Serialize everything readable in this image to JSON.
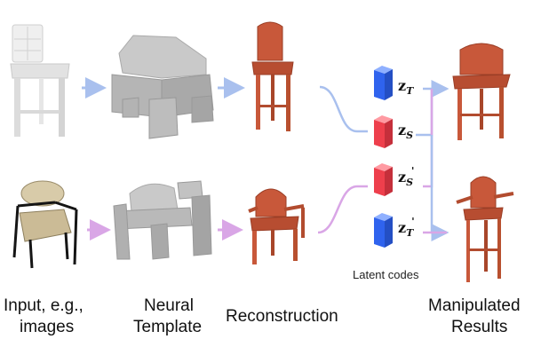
{
  "captions": {
    "input_line1": "Input, e.g.,",
    "input_line2": "images",
    "template_line1": "Neural",
    "template_line2": "Template",
    "reconstruction": "Reconstruction",
    "results_line1": "Manipulated",
    "results_line2": "Results"
  },
  "latent": {
    "label": "Latent codes",
    "codes": [
      {
        "symbol": "z",
        "subscript": "T",
        "prime": "",
        "color": "#2f63ee"
      },
      {
        "symbol": "z",
        "subscript": "S",
        "prime": "",
        "color": "#ee3f4c"
      },
      {
        "symbol": "z",
        "subscript": "S",
        "prime": "'",
        "color": "#ee3f4c"
      },
      {
        "symbol": "z",
        "subscript": "T",
        "prime": "'",
        "color": "#2f63ee"
      }
    ]
  },
  "colors": {
    "arrow_top": "#a9c0ee",
    "arrow_bottom": "#d9a6e6",
    "chair_orange": "#c8583a",
    "template_gray": "#b9b9b9",
    "bar_chair_white": "#e8e8e8",
    "fabric_beige": "#cbbb96",
    "frame_black": "#151515"
  }
}
